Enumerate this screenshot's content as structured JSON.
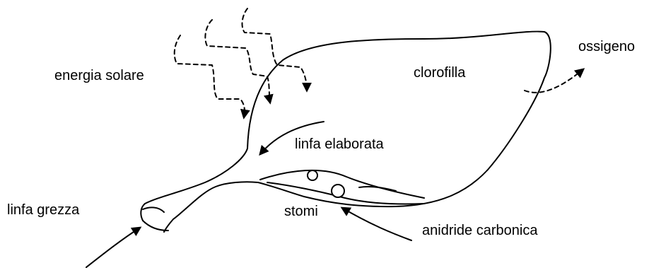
{
  "labels": {
    "energia_solare": "energia solare",
    "clorofilla": "clorofilla",
    "ossigeno": "ossigeno",
    "linfa_elaborata": "linfa elaborata",
    "linfa_grezza": "linfa grezza",
    "stomi": "stomi",
    "anidride_carbonica": "anidride carbonica"
  },
  "colors": {
    "ink": "#000000",
    "background": "#ffffff"
  }
}
